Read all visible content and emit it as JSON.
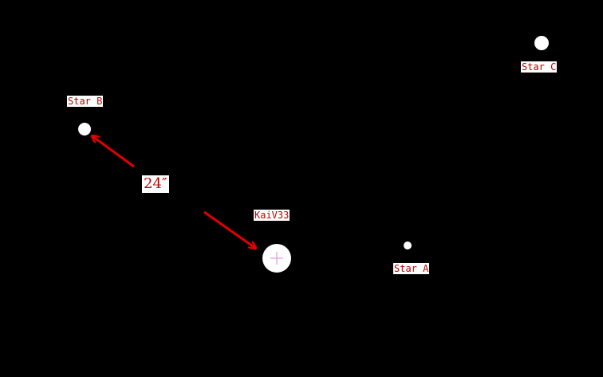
{
  "diagram": {
    "objects": [
      {
        "id": "star-a",
        "label": "Star A"
      },
      {
        "id": "star-b",
        "label": "Star B"
      },
      {
        "id": "star-c",
        "label": "Star C"
      },
      {
        "id": "target",
        "label": "KaiV33"
      }
    ],
    "separation_label": "24″",
    "colors": {
      "background": "#000000",
      "star": "#ffffff",
      "label_text": "#c00000",
      "label_bg": "#ffffff",
      "arrow": "#e00000",
      "crosshair": "#e080e0"
    }
  }
}
